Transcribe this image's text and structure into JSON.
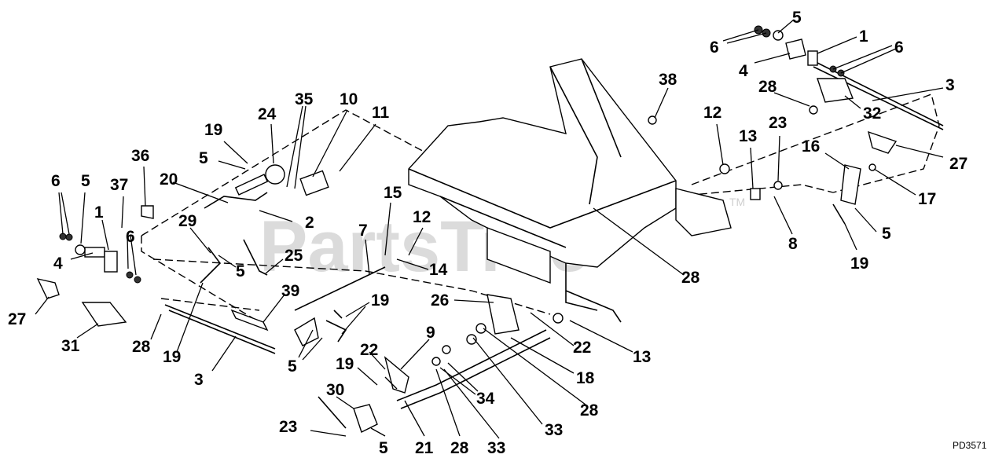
{
  "drawing_code": "PD3571",
  "watermark": {
    "text": "PartsTree",
    "trademark": "TM"
  },
  "callouts": [
    {
      "id": "c1",
      "label": "6"
    },
    {
      "id": "c2",
      "label": "5"
    },
    {
      "id": "c3",
      "label": "1"
    },
    {
      "id": "c4",
      "label": "6"
    },
    {
      "id": "c5",
      "label": "4"
    },
    {
      "id": "c6",
      "label": "3"
    },
    {
      "id": "c7",
      "label": "28"
    },
    {
      "id": "c8",
      "label": "32"
    },
    {
      "id": "c9",
      "label": "38"
    },
    {
      "id": "c10",
      "label": "12"
    },
    {
      "id": "c11",
      "label": "13"
    },
    {
      "id": "c12",
      "label": "23"
    },
    {
      "id": "c13",
      "label": "16"
    },
    {
      "id": "c14",
      "label": "27"
    },
    {
      "id": "c15",
      "label": "17"
    },
    {
      "id": "c16",
      "label": "8"
    },
    {
      "id": "c17",
      "label": "5"
    },
    {
      "id": "c18",
      "label": "19"
    },
    {
      "id": "c19",
      "label": "35"
    },
    {
      "id": "c20",
      "label": "10"
    },
    {
      "id": "c21",
      "label": "11"
    },
    {
      "id": "c22",
      "label": "24"
    },
    {
      "id": "c23",
      "label": "19"
    },
    {
      "id": "c24",
      "label": "5"
    },
    {
      "id": "c25",
      "label": "36"
    },
    {
      "id": "c26",
      "label": "20"
    },
    {
      "id": "c27",
      "label": "6"
    },
    {
      "id": "c28",
      "label": "5"
    },
    {
      "id": "c29",
      "label": "37"
    },
    {
      "id": "c30",
      "label": "1"
    },
    {
      "id": "c31",
      "label": "29"
    },
    {
      "id": "c32",
      "label": "2"
    },
    {
      "id": "c33",
      "label": "15"
    },
    {
      "id": "c34",
      "label": "12"
    },
    {
      "id": "c35",
      "label": "7"
    },
    {
      "id": "c36",
      "label": "28"
    },
    {
      "id": "c37",
      "label": "6"
    },
    {
      "id": "c38",
      "label": "4"
    },
    {
      "id": "c39",
      "label": "25"
    },
    {
      "id": "c40",
      "label": "5"
    },
    {
      "id": "c41",
      "label": "14"
    },
    {
      "id": "c42",
      "label": "27"
    },
    {
      "id": "c43",
      "label": "31"
    },
    {
      "id": "c44",
      "label": "28"
    },
    {
      "id": "c45",
      "label": "39"
    },
    {
      "id": "c46",
      "label": "19"
    },
    {
      "id": "c47",
      "label": "26"
    },
    {
      "id": "c48",
      "label": "19"
    },
    {
      "id": "c49",
      "label": "3"
    },
    {
      "id": "c50",
      "label": "5"
    },
    {
      "id": "c51",
      "label": "9"
    },
    {
      "id": "c52",
      "label": "22"
    },
    {
      "id": "c53",
      "label": "13"
    },
    {
      "id": "c54",
      "label": "22"
    },
    {
      "id": "c55",
      "label": "19"
    },
    {
      "id": "c56",
      "label": "18"
    },
    {
      "id": "c57",
      "label": "34"
    },
    {
      "id": "c58",
      "label": "30"
    },
    {
      "id": "c59",
      "label": "28"
    },
    {
      "id": "c60",
      "label": "33"
    },
    {
      "id": "c61",
      "label": "23"
    },
    {
      "id": "c62",
      "label": "5"
    },
    {
      "id": "c63",
      "label": "21"
    },
    {
      "id": "c64",
      "label": "28"
    },
    {
      "id": "c65",
      "label": "33"
    }
  ]
}
